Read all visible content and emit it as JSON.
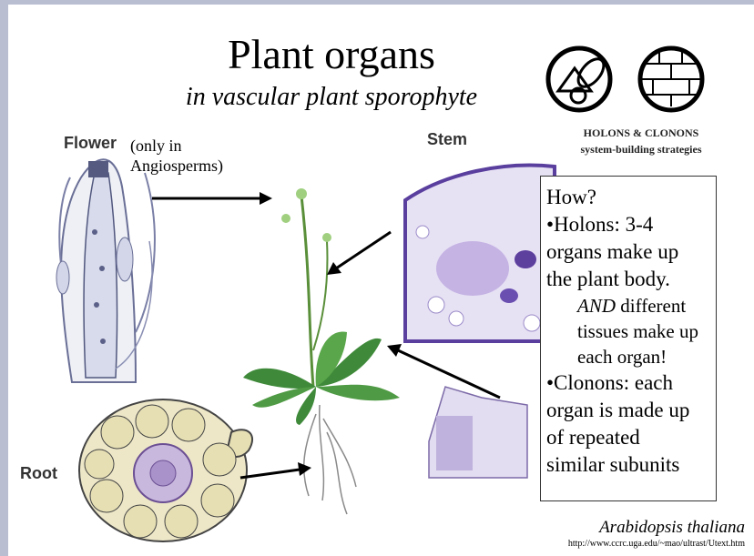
{
  "slide": {
    "title": "Plant organs",
    "subtitle": "in vascular plant sporophyte"
  },
  "labels": {
    "flower": "Flower",
    "flower_note_line1": "(only in",
    "flower_note_line2": "Angiosperms)",
    "stem": "Stem",
    "root": "Root"
  },
  "logo": {
    "caption_line1": "HOLONS & CLONONS",
    "caption_line2": "system-building strategies"
  },
  "info_box": {
    "line1": "How?",
    "line2": "•Holons:  3-4",
    "line3": "organs make up",
    "line4": "the plant body.",
    "line5_em": "AND",
    "line5_rest": " different",
    "line6": "tissues make up",
    "line7": "each organ!",
    "line8": "•Clonons:  each",
    "line9": "organ is made up",
    "line10": "of repeated",
    "line11": "similar subunits"
  },
  "footer": {
    "species": "Arabidopsis thaliana",
    "url": "http://www.ccrc.uga.edu/~mao/ultrast/Utext.htm"
  },
  "colors": {
    "tissue_purple": "#8f7fc0",
    "leaf_green": "#3f8a3a",
    "root_cell": "#e6dfb4"
  }
}
